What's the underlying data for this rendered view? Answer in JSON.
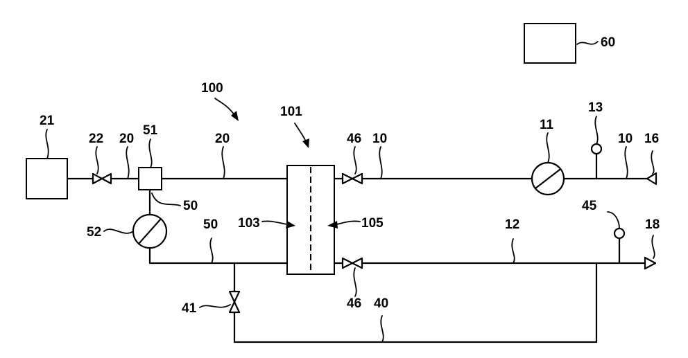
{
  "labels": {
    "system": "100",
    "exchanger": "101",
    "exchanger_side_a": "103",
    "exchanger_side_b": "105",
    "line_10_a": "10",
    "line_10_b": "10",
    "pump_11": "11",
    "line_12": "12",
    "sensor_13": "13",
    "inlet_16": "16",
    "outlet_18": "18",
    "line_20_a": "20",
    "line_20_b": "20",
    "tank_21": "21",
    "valve_22": "22",
    "line_40": "40",
    "valve_41": "41",
    "sensor_45": "45",
    "valve_46_top": "46",
    "valve_46_bottom": "46",
    "line_50_a": "50",
    "line_50_b": "50",
    "junction_51": "51",
    "pump_52": "52",
    "controller_60": "60"
  }
}
